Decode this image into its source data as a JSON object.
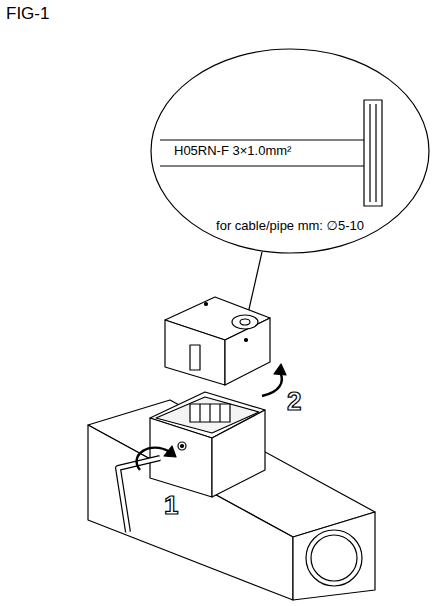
{
  "diagram": {
    "title": "FIG-1",
    "nodes": [
      {
        "text": [
          "H05RN-F  3×1.0mm²",
          "for cable/pipe mm: ∅5-10"
        ]
      }
    ],
    "labels": [
      "1",
      "2"
    ]
  }
}
